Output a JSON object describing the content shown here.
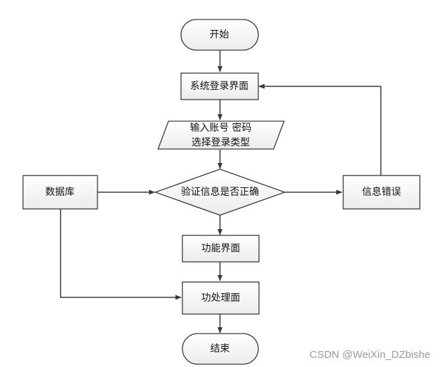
{
  "nodes": {
    "start": "开始",
    "login": "系统登录界面",
    "input_line1": "输入账号 密码",
    "input_line2": "选择登录类型",
    "verify": "验证信息是否正确",
    "database": "数据库",
    "error": "信息错误",
    "function": "功能界面",
    "process": "功处理面",
    "end": "结束"
  },
  "watermark": "CSDN @WeiXin_DZbishe",
  "colors": {
    "stroke": "#3a3a3a",
    "fill_top": "#ffffff",
    "fill_bottom": "#eeeeee"
  }
}
